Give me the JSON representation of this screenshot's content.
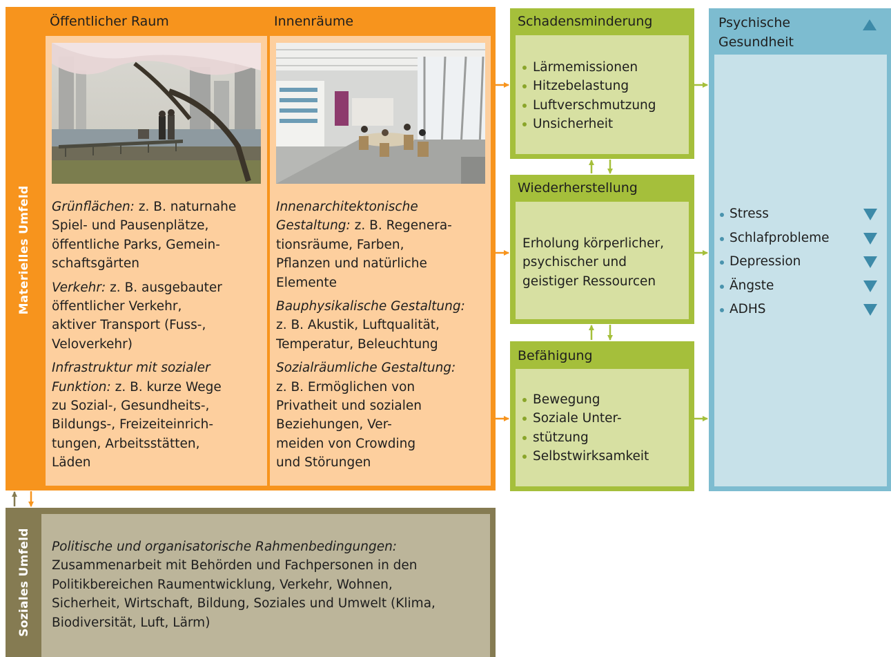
{
  "materielles": {
    "label": "Materielles Umfeld",
    "oeffentlich": {
      "title": "Öffentlicher Raum",
      "items": [
        {
          "em": "Grünflächen:",
          "text": " z.B. naturnahe Spiel- und Pausenplätze, öffentliche Parks, Gemeinschaftsgärten",
          "lines": [
            "Spiel- und Pausenplätze,",
            "öffentliche Parks, Gemein-",
            "schaftsgärten"
          ],
          "first": " z. B. naturnahe"
        },
        {
          "em": "Verkehr:",
          "first": " z. B. ausgebauter",
          "lines": [
            "öffentlicher Verkehr,",
            "aktiver Transport (Fuss-,",
            "Veloverkehr)"
          ]
        },
        {
          "em": "Infrastruktur mit sozialer",
          "em2": "Funktion:",
          "first": " z. B. kurze Wege",
          "lines": [
            "zu Sozial-, Gesundheits-,",
            "Bildungs-, Freizeiteinrich-",
            "tungen, Arbeitsstätten,",
            "Läden"
          ]
        }
      ]
    },
    "innen": {
      "title": "Innenräume",
      "items": [
        {
          "em": "Innenarchitektonische",
          "em2": "Gestaltung:",
          "first": " z. B. Regenera-",
          "lines": [
            "tionsräume, Farben,",
            "Pflanzen und natürliche",
            "Elemente"
          ]
        },
        {
          "em": "Bauphysikalische Gestaltung:",
          "lines": [
            "z. B. Akustik, Luftqualität,",
            "Temperatur, Beleuchtung"
          ]
        },
        {
          "em": "Sozialräumliche Gestaltung:",
          "lines": [
            "z. B. Ermöglichen von",
            "Privatheit und sozialen",
            "Beziehungen, Ver-",
            "meiden von Crowding",
            "und Störungen"
          ]
        }
      ]
    }
  },
  "schadensminderung": {
    "title": "Schadensminderung",
    "items": [
      "Lärmemissionen",
      "Hitzebelastung",
      "Luftverschmutzung",
      "Unsicherheit"
    ]
  },
  "wiederherstellung": {
    "title": "Wiederherstellung",
    "lines": [
      "Erholung körperlicher,",
      "psychischer und",
      "geistiger Ressourcen"
    ]
  },
  "befaehigung": {
    "title": "Befähigung",
    "items": [
      "Bewegung",
      "Soziale Unter-",
      "stützung",
      "Selbstwirksamkeit"
    ]
  },
  "psychisch": {
    "title_line1": "Psychische",
    "title_line2": "Gesundheit",
    "items": [
      "Stress",
      "Schlafprobleme",
      "Depression",
      "Ängste",
      "ADHS"
    ]
  },
  "soziales": {
    "label": "Soziales Umfeld",
    "em": "Politische und organisatorische Rahmenbedingungen:",
    "lines": [
      "Zusammenarbeit mit Behörden und Fachpersonen in den",
      "Politikbereichen Raumentwicklung, Verkehr, Wohnen,",
      "Sicherheit, Wirtschaft, Bildung, Soziales und Umwelt (Klima,",
      "Biodiversität, Luft, Lärm)"
    ]
  },
  "colors": {
    "orange": "#f7941d",
    "orange_light": "#fdcf9e",
    "green": "#a5bf3b",
    "green_light": "#d7e0a2",
    "blue": "#7dbcd0",
    "blue_light": "#c7e1e9",
    "brown": "#857b52",
    "brown_light": "#bcb59a"
  }
}
